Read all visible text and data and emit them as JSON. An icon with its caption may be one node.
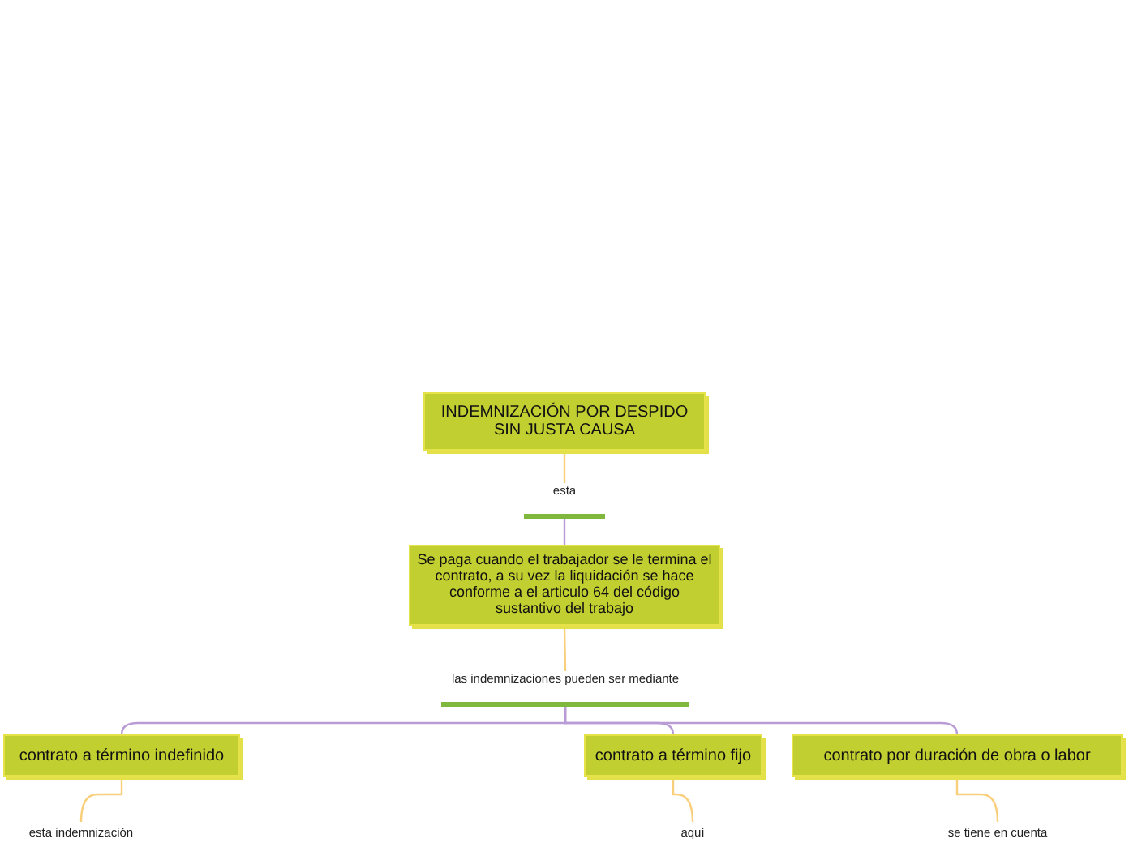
{
  "diagram": {
    "nodes": [
      {
        "text": [
          "INDEMNIZACIÓN POR DESPIDO SIN JUSTA CAUSA"
        ]
      },
      {
        "text": [
          "esta"
        ]
      },
      {
        "text": [
          "Se paga cuando el trabajador se le termina el contrato, a su vez la liquidación se hace conforme a el articulo 64 del código sustantivo del trabajo"
        ]
      },
      {
        "text": [
          "las indemnizaciones pueden ser mediante"
        ]
      },
      {
        "text": [
          "contrato a término indefinido"
        ]
      },
      {
        "text": [
          "contrato a término fijo"
        ]
      },
      {
        "text": [
          "contrato por duración de obra o labor"
        ]
      },
      {
        "text": [
          "esta indemnización"
        ]
      },
      {
        "text": [
          "aquí"
        ]
      },
      {
        "text": [
          "se tiene en cuenta"
        ]
      }
    ],
    "edges": [
      {
        "from": 0,
        "to": 1,
        "arrow": "none",
        "color": "#f9cf7c"
      },
      {
        "from": 1,
        "to": 2,
        "arrow": "none"
      },
      {
        "from": 2,
        "to": 3,
        "arrow": "none",
        "color": "#f9cf7c"
      },
      {
        "from": 3,
        "to": 4,
        "arrow": "none"
      },
      {
        "from": 3,
        "to": 5,
        "arrow": "none"
      },
      {
        "from": 3,
        "to": 6,
        "arrow": "none"
      },
      {
        "from": 4,
        "to": 7,
        "arrow": "none",
        "color": "#f9cf7c"
      },
      {
        "from": 5,
        "to": 8,
        "arrow": "none",
        "color": "#f9cf7c"
      },
      {
        "from": 6,
        "to": 9,
        "arrow": "none",
        "color": "#f9cf7c"
      }
    ]
  }
}
